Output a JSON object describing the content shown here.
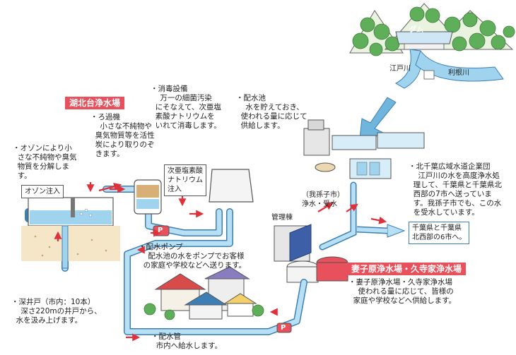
{
  "colors": {
    "water": "#9fd3ee",
    "water_edge": "#3d7fb4",
    "arrow": "#e0313b",
    "pump": "#e8505b",
    "title_bg": "#e8505b",
    "pipe": "#b7e0f4"
  },
  "labels": {
    "dam": "ダム",
    "edogawa": "江戸川",
    "tonegawa": "利根川",
    "ozone_inject": "オゾン注入",
    "hypochlorite_box": "次亜塩素酸\nナトリウム\n注入",
    "abiko_city": "（我孫子市）\n浄水・受水",
    "control_building": "管理棟",
    "destination_box": "千葉県と千葉県\n北西部の6市へ。",
    "pump_mark": "P"
  },
  "titles": {
    "kohokudai": "湖北台浄水場",
    "tsumakobara": "妻子原浄水場・久寺家浄水場"
  },
  "notes": {
    "ozone": "・オゾンにより小\n  さな不純物や臭気\n  物質を分解しま\n  す。",
    "filter": "・ろ過機\n    小さな不純物や\n  臭気物質等を活性\n  炭により取りのぞ\n  きます。",
    "disinfection": "・消毒設備\n    万一の細菌汚染\n  にそなえて、次亜塩\n  素酸ナトリウムを\n  いれて消毒します。",
    "reservoir": "・配水池\n    水を貯えておき、\n  使われる量に応じて\n  供給します。",
    "kitachiba": "・北千葉広域水道企業団\n    江戸川の水を高度浄水処\n  理して、千葉県と千葉県北\n  西部の7市へ送っていま\n  す。我孫子市でも、この水\n  を受水しています。",
    "pump": "・配水ポンプ\n    配水池の水をポンプでお客様\n  の家庭や学校などへ送ります。",
    "tsumakobara": "・妻子原浄水場・久寺家浄水場\n    使われる量に応じて、皆様の\n  家庭や学校などへ供給します。",
    "well": "・深井戸（市内：10本）\n    深さ220mの井戸から、\n  水を汲み上げます。",
    "pipe": "・配水管\n  市内へ給水します。"
  }
}
